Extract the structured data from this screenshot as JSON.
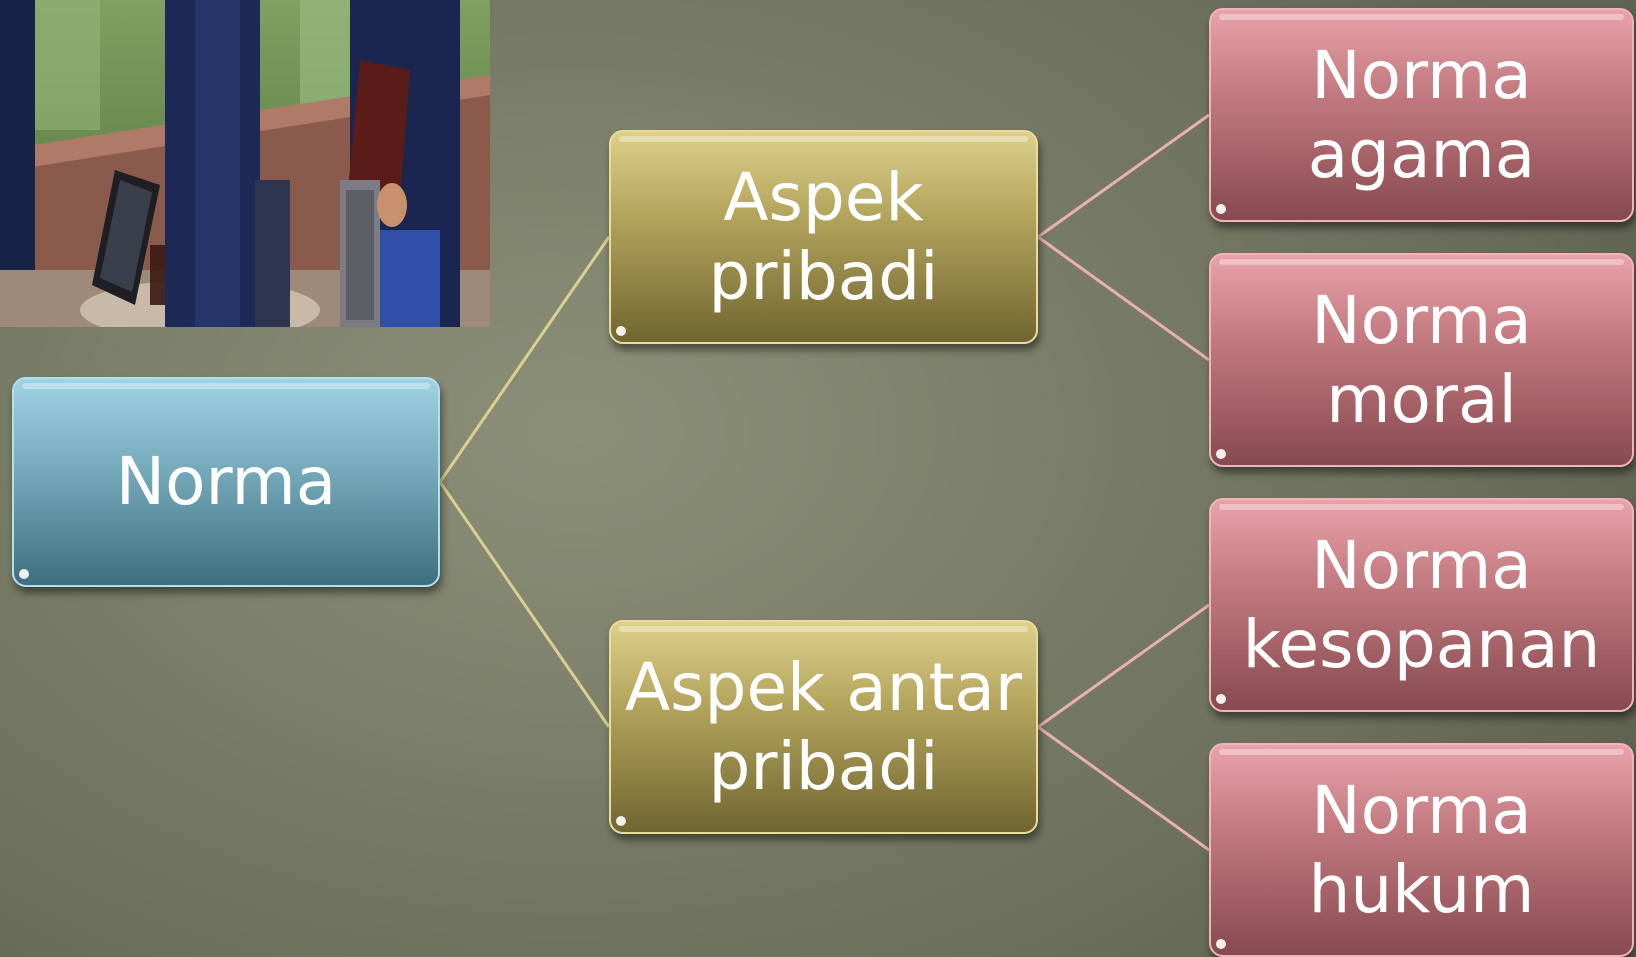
{
  "diagram": {
    "root": {
      "label": "Norma"
    },
    "branches": [
      {
        "label": "Aspek\npribadi"
      },
      {
        "label": "Aspek antar\npribadi"
      }
    ],
    "leaves": [
      {
        "label": "Norma\nagama"
      },
      {
        "label": "Norma\nmoral"
      },
      {
        "label": "Norma\nkesopanan"
      },
      {
        "label": "Norma\nhukum"
      }
    ]
  },
  "colors": {
    "root_box": "#79aebe",
    "branch_box": "#b3a45c",
    "leaf_box": "#c27a80",
    "root_connector": "#d8cf90",
    "leaf_connector": "#e8b0b0"
  }
}
